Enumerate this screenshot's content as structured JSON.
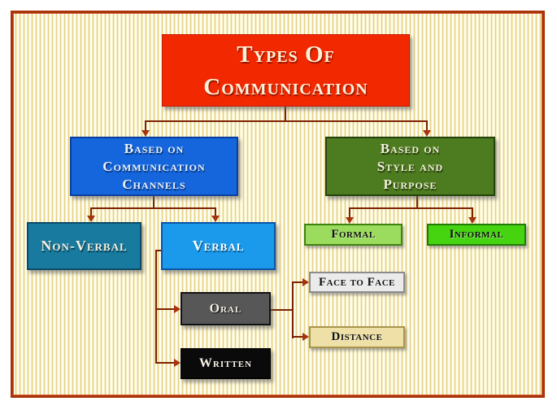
{
  "diagram": {
    "title": {
      "lines": [
        "Types Of",
        "Communication"
      ],
      "bg": "#f22800",
      "text_color": "#fdf2da"
    },
    "branch_channels": {
      "lines": [
        "Based on",
        "Communication",
        "Channels"
      ],
      "bg": "#1566dd",
      "text_color": "#eef2f8"
    },
    "branch_style": {
      "lines": [
        "Based on",
        "Style and",
        "Purpose"
      ],
      "bg": "#4d7b20",
      "text_color": "#f2eeda"
    },
    "non_verbal": {
      "label": "Non-Verbal",
      "bg": "#177a9e",
      "text_color": "#f4efe0"
    },
    "verbal": {
      "label": "Verbal",
      "bg": "#1b9aec",
      "text_color": "#ffffff"
    },
    "oral": {
      "label": "Oral",
      "bg": "#575757",
      "text_color": "#f4f0e4"
    },
    "written": {
      "label": "Written",
      "bg": "#0a0a0a",
      "text_color": "#f6f2e6"
    },
    "formal": {
      "label": "Formal",
      "bg": "#9bdb5e",
      "text_color": "#111111"
    },
    "informal": {
      "label": "Informal",
      "bg": "#46d411",
      "text_color": "#111111"
    },
    "face_to_face": {
      "label": "Face to Face",
      "bg": "#ebebeb",
      "text_color": "#111111"
    },
    "distance": {
      "label": "Distance",
      "bg": "#eee0a6",
      "text_color": "#111111"
    },
    "connector_color": "#7e2200",
    "arrowhead_color": "#a5330c",
    "frame_border_color": "#aa330a",
    "background_stripe_colors": [
      "#fffef4",
      "#f6edc0",
      "#e5d28a"
    ],
    "hierarchy": {
      "root": "Types Of Communication",
      "children": [
        {
          "node": "Based on Communication Channels",
          "children": [
            {
              "node": "Non-Verbal"
            },
            {
              "node": "Verbal",
              "children": [
                {
                  "node": "Oral",
                  "children": [
                    {
                      "node": "Face to Face"
                    },
                    {
                      "node": "Distance"
                    }
                  ]
                },
                {
                  "node": "Written"
                }
              ]
            }
          ]
        },
        {
          "node": "Based on Style and Purpose",
          "children": [
            {
              "node": "Formal"
            },
            {
              "node": "Informal"
            }
          ]
        }
      ]
    }
  }
}
